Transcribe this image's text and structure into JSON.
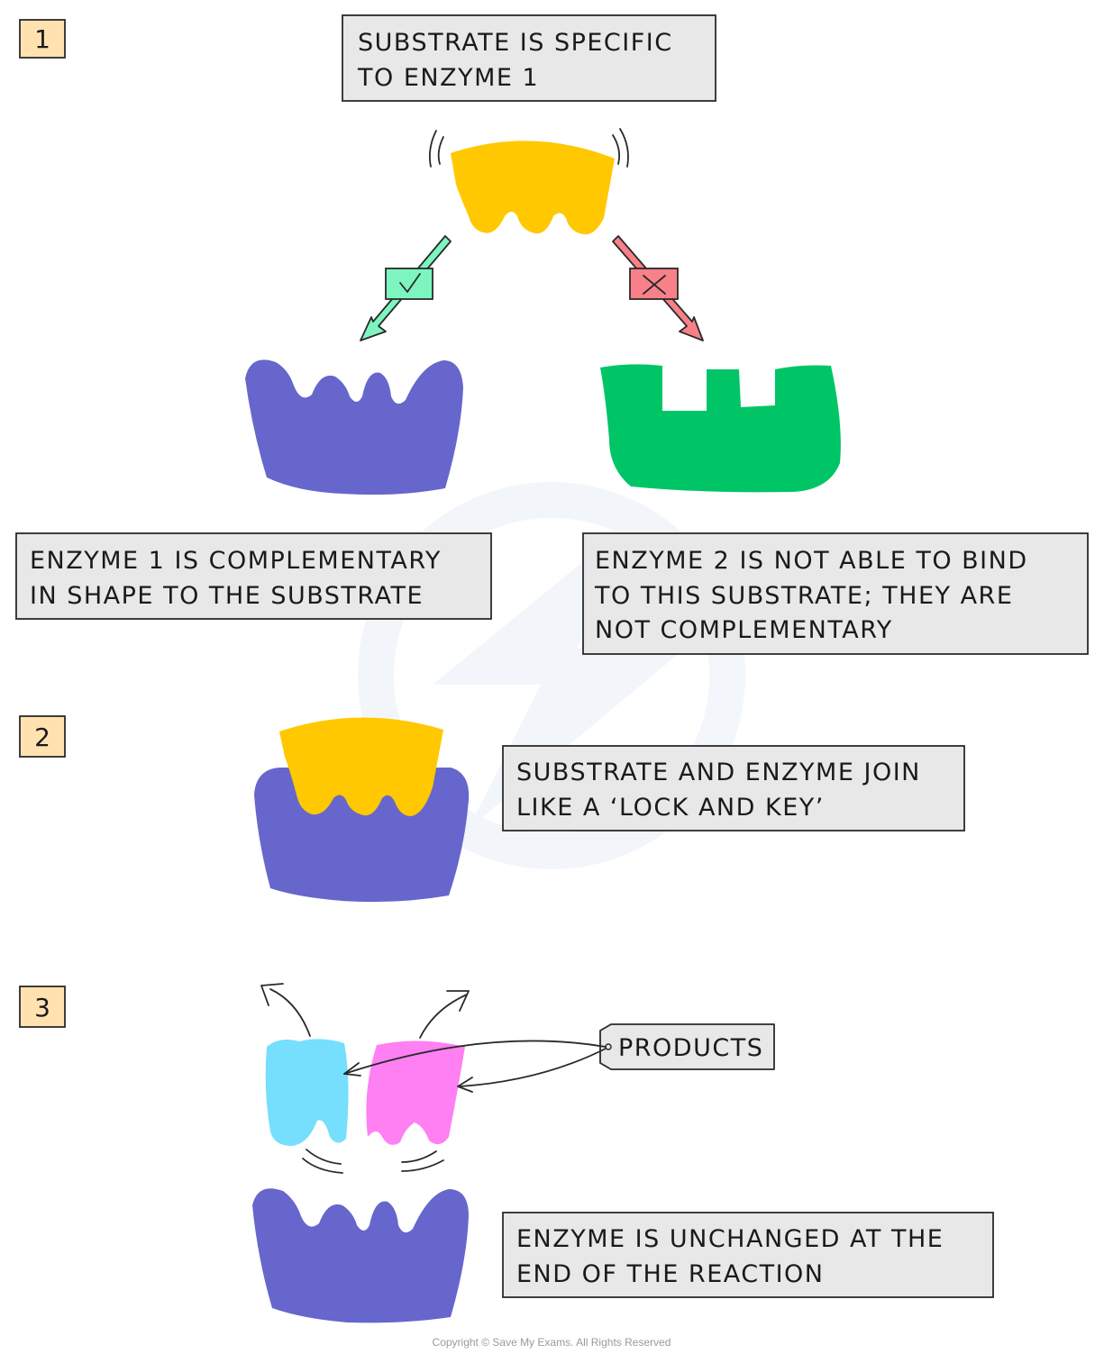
{
  "steps": [
    {
      "label": "1"
    },
    {
      "label": "2"
    },
    {
      "label": "3"
    }
  ],
  "boxes": {
    "specific": {
      "line1": "SUBSTRATE IS SPECIFIC",
      "line2": "TO ENZYME 1"
    },
    "complementary": {
      "line1": "ENZYME 1 IS COMPLEMENTARY",
      "line2": "IN SHAPE TO THE SUBSTRATE"
    },
    "not_complementary": {
      "line1": "ENZYME 2 IS NOT ABLE TO BIND",
      "line2": "TO THIS SUBSTRATE; THEY ARE",
      "line3": "NOT COMPLEMENTARY"
    },
    "lock_key": {
      "line1": "SUBSTRATE AND ENZYME JOIN",
      "line2": "LIKE A ‘LOCK AND KEY’"
    },
    "unchanged": {
      "line1": "ENZYME IS UNCHANGED AT THE",
      "line2": "END OF THE REACTION"
    }
  },
  "products_tag": "PRODUCTS",
  "copyright": "Copyright © Save My Exams. All Rights Reserved",
  "colors": {
    "substrate": "#FFC800",
    "enzyme1": "#6666CC",
    "enzyme2": "#00C566",
    "product_a": "#75DFFD",
    "product_b": "#FF80F2",
    "step_badge": "#FFE2B0",
    "text_box": "#E8E8E8",
    "tick_tag": "#7DF5C0",
    "cross_tag": "#F88088"
  }
}
